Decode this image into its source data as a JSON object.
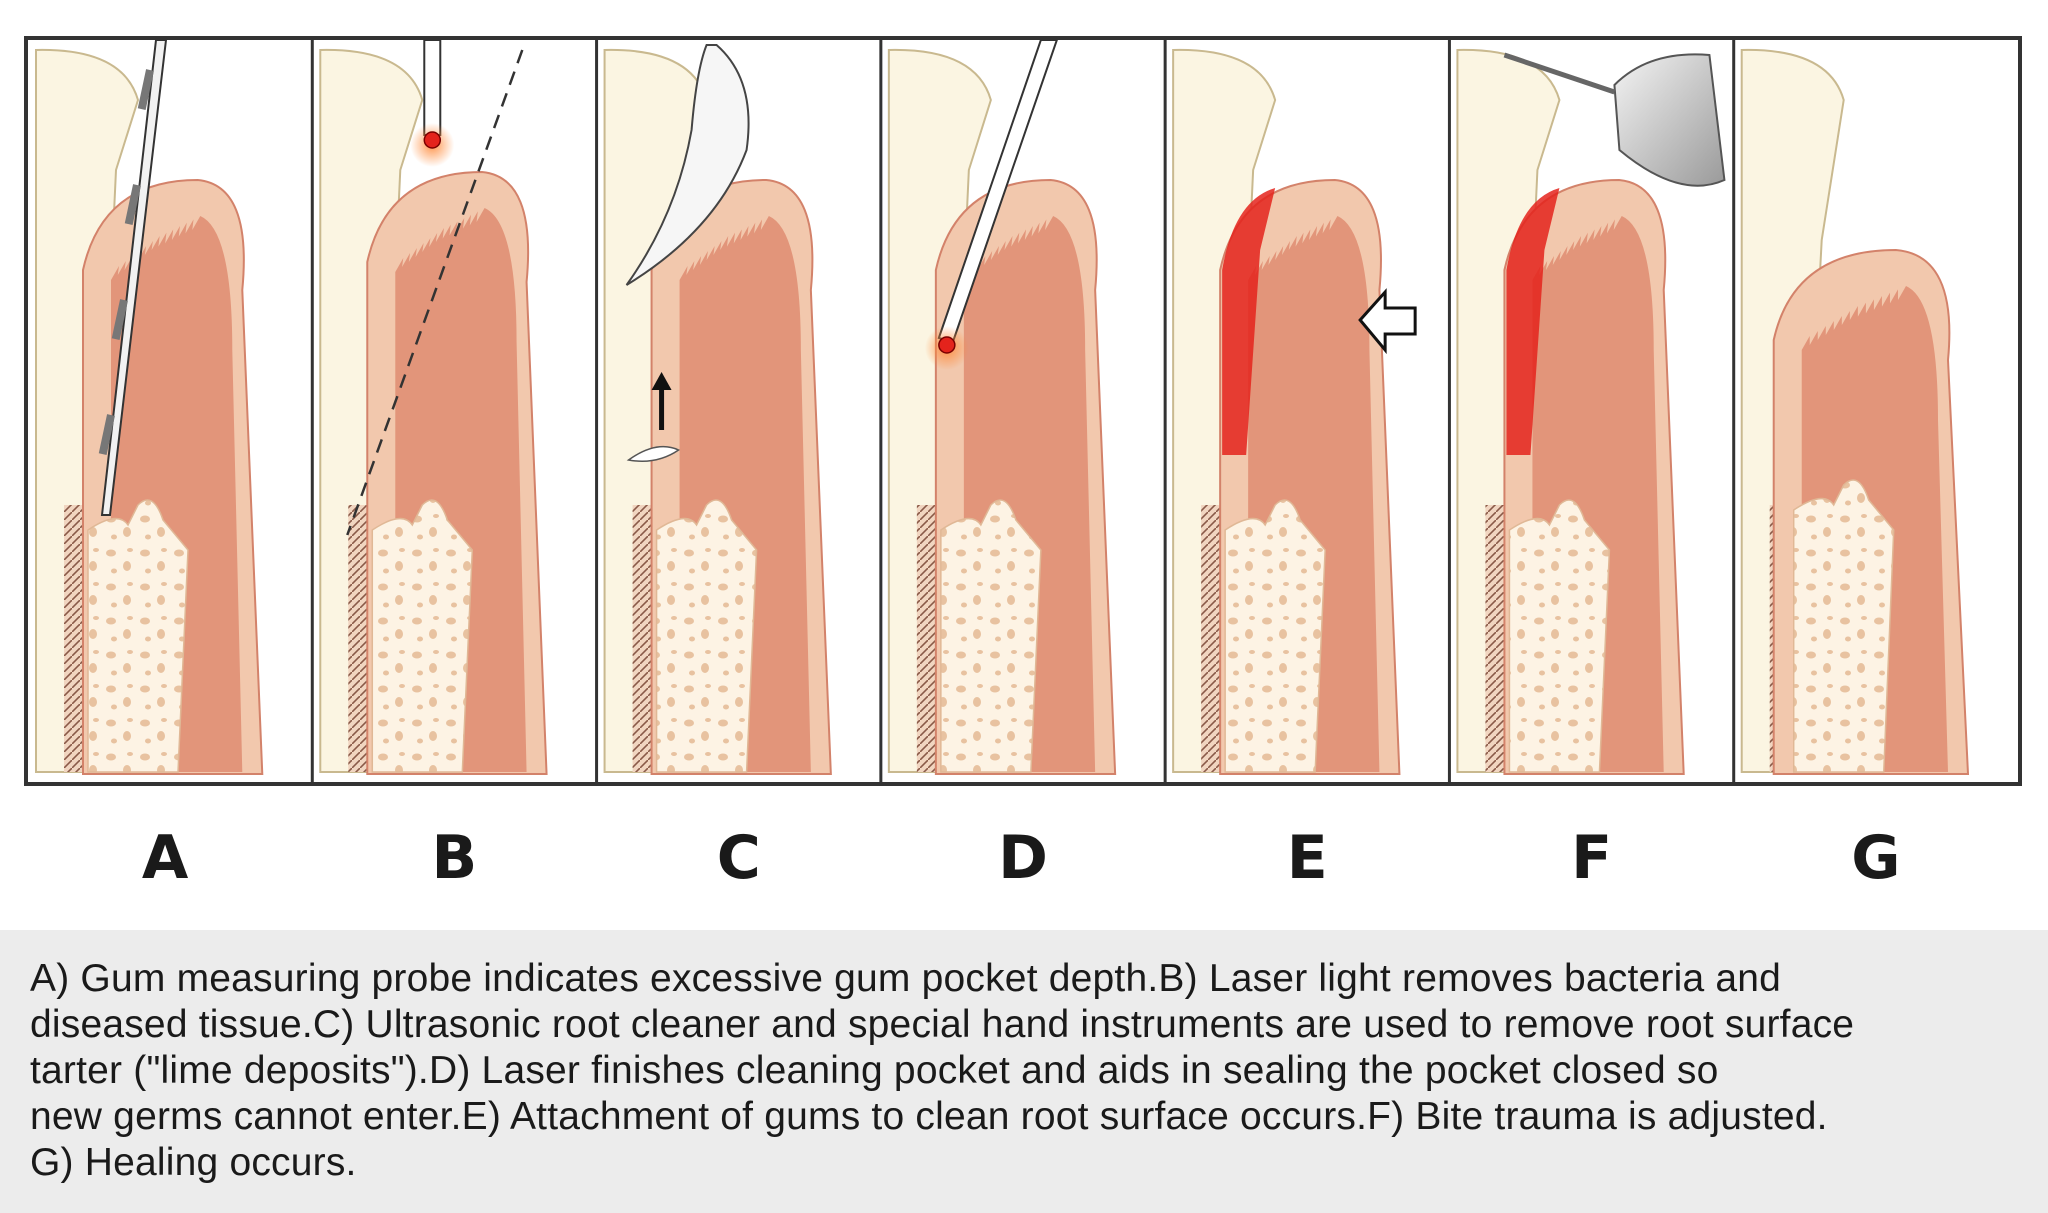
{
  "panels": [
    {
      "letter": "A"
    },
    {
      "letter": "B"
    },
    {
      "letter": "C"
    },
    {
      "letter": "D"
    },
    {
      "letter": "E"
    },
    {
      "letter": "F"
    },
    {
      "letter": "G"
    }
  ],
  "caption_lines": [
    "A)  Gum measuring probe indicates excessive gum pocket depth.B)  Laser light removes bacteria and",
    "diseased tissue.C)  Ultrasonic root cleaner and special hand instruments are used to remove root surface",
    "tarter (\"lime deposits\").D)  Laser finishes cleaning pocket and aids in sealing the pocket closed so",
    "new germs cannot enter.E)  Attachment of gums to clean root surface occurs.F)  Bite trauma is adjusted.",
    "G)  Healing occurs."
  ],
  "colors": {
    "gum": "#e2957a",
    "gum_edge": "#f2c8ad",
    "bone": "#f6dcc3",
    "tooth": "#fbf5e2",
    "laser": "#e4231c",
    "frame": "#333333",
    "caption_bg": "#ececec"
  }
}
